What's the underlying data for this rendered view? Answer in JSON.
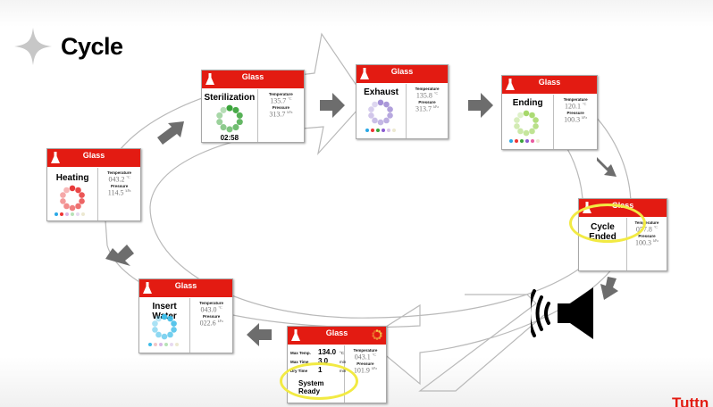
{
  "title": "Cycle",
  "panels": {
    "sterilization": {
      "header": "Glass",
      "name": "Sterilization",
      "temp_label": "Temperature",
      "temp": "135.7",
      "pres_label": "Pressure",
      "pres": "313.7",
      "time": "02:58"
    },
    "exhaust": {
      "header": "Glass",
      "name": "Exhaust",
      "temp_label": "Temperature",
      "temp": "135.8",
      "pres_label": "Pressure",
      "pres": "313.7"
    },
    "ending": {
      "header": "Glass",
      "name": "Ending",
      "temp_label": "Temperature",
      "temp": "120.1",
      "pres_label": "Pressure",
      "pres": "100.3"
    },
    "heating": {
      "header": "Glass",
      "name": "Heating",
      "temp_label": "Temperature",
      "temp": "043.2",
      "pres_label": "Pressure",
      "pres": "114.5"
    },
    "cycle_ended": {
      "header": "Glass",
      "name": "Cycle Ended",
      "temp_label": "Temperature",
      "temp": "057.8",
      "pres_label": "Pressure",
      "pres": "100.3"
    },
    "insert_water": {
      "header": "Glass",
      "name": "Insert Water",
      "temp_label": "Temperature",
      "temp": "043.0",
      "pres_label": "Pressure",
      "pres": "022.6"
    },
    "system_ready": {
      "header": "Glass",
      "max_temp_label": "Max Temp.",
      "max_temp": "134.0",
      "max_temp_unit": "°C",
      "max_time_label": "Max Time",
      "max_time": "3.0",
      "max_time_unit": "min",
      "dry_time_label": "Dry Time",
      "dry_time": "1",
      "dry_time_unit": "min",
      "status": "System Ready",
      "temp_label": "Temperature",
      "temp": "043.1",
      "pres_label": "Pressure",
      "pres": "101.9"
    }
  },
  "units": {
    "temp": "°C",
    "pres": "kPa"
  },
  "footer_text": "Tuttn",
  "colors": {
    "header_red": "#e31b12",
    "highlight_yellow": "#f2ea43",
    "arrow_gray": "#6d6d6d",
    "flow_outline": "#b9b9b9"
  }
}
